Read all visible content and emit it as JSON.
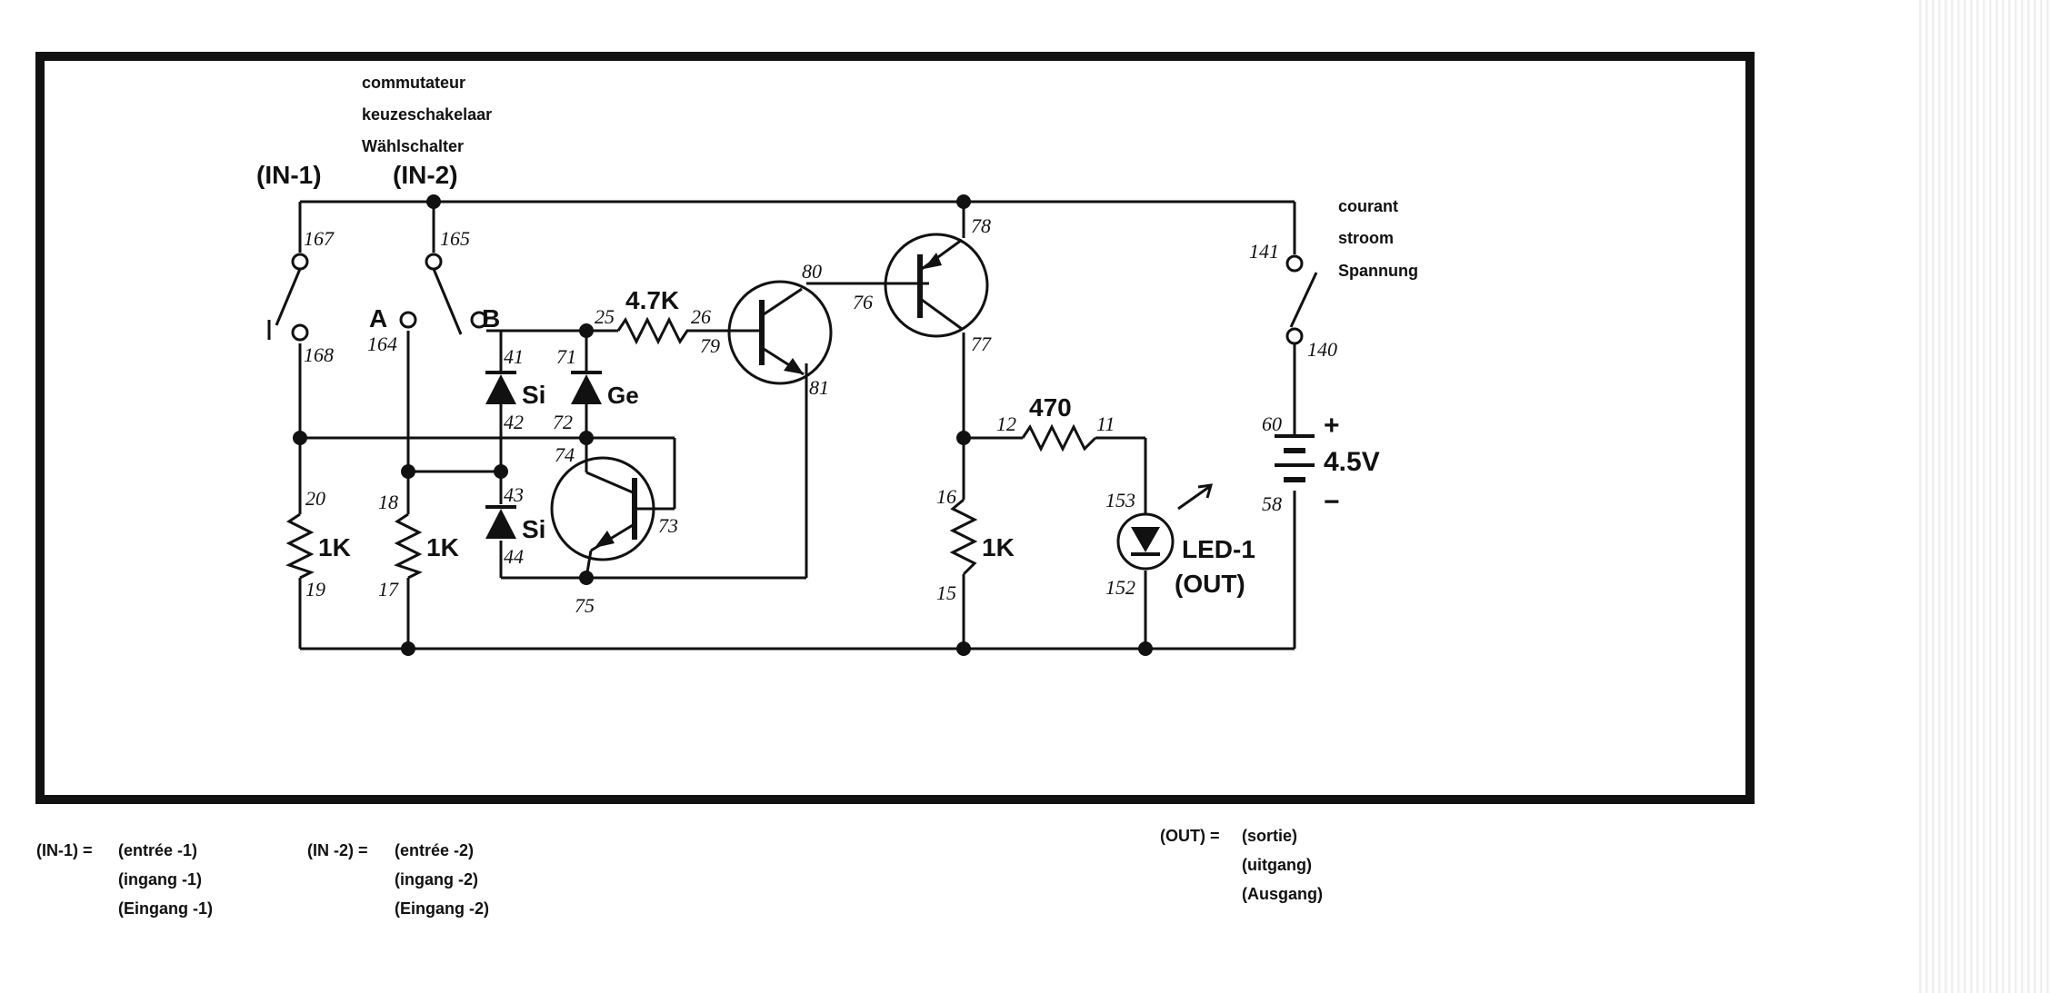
{
  "switch_label": [
    "commutateur",
    "keuzeschakelaar",
    "Wählschalter"
  ],
  "power_label": [
    "courant",
    "stroom",
    "Spannung"
  ],
  "in1": "(IN-1)",
  "in2": "(IN-2)",
  "terminal_a": "A",
  "terminal_b": "B",
  "resistor_4k7": "4.7K",
  "resistor_470": "470",
  "resistor_1k": "1K",
  "resistor_1k_mid": "1K",
  "diode_si": "Si",
  "diode_ge": "Ge",
  "battery_plus": "+",
  "battery_minus": "−",
  "battery_voltage": "4.5V",
  "led_name": "LED-1",
  "led_out": "(OUT)",
  "pins": {
    "p167": "167",
    "p165": "165",
    "p168": "168",
    "p164": "164",
    "p41": "41",
    "p42": "42",
    "p71": "71",
    "p72": "72",
    "p25": "25",
    "p26": "26",
    "p79": "79",
    "p80": "80",
    "p81": "81",
    "p76": "76",
    "p78": "78",
    "p77": "77",
    "p74": "74",
    "p73": "73",
    "p75": "75",
    "p43": "43",
    "p44": "44",
    "p20": "20",
    "p19": "19",
    "p18": "18",
    "p17": "17",
    "p12": "12",
    "p11": "11",
    "p16": "16",
    "p15": "15",
    "p153": "153",
    "p152": "152",
    "p141": "141",
    "p140": "140",
    "p60": "60",
    "p58": "58"
  },
  "legend_in1": {
    "key": "(IN-1) =",
    "lines": [
      "(entrée -1)",
      "(ingang -1)",
      "(Eingang -1)"
    ]
  },
  "legend_in2": {
    "key": "(IN -2) =",
    "lines": [
      "(entrée -2)",
      "(ingang -2)",
      "(Eingang -2)"
    ]
  },
  "legend_out": {
    "key": "(OUT) =",
    "lines": [
      "(sortie)",
      "(uitgang)",
      "(Ausgang)"
    ]
  }
}
